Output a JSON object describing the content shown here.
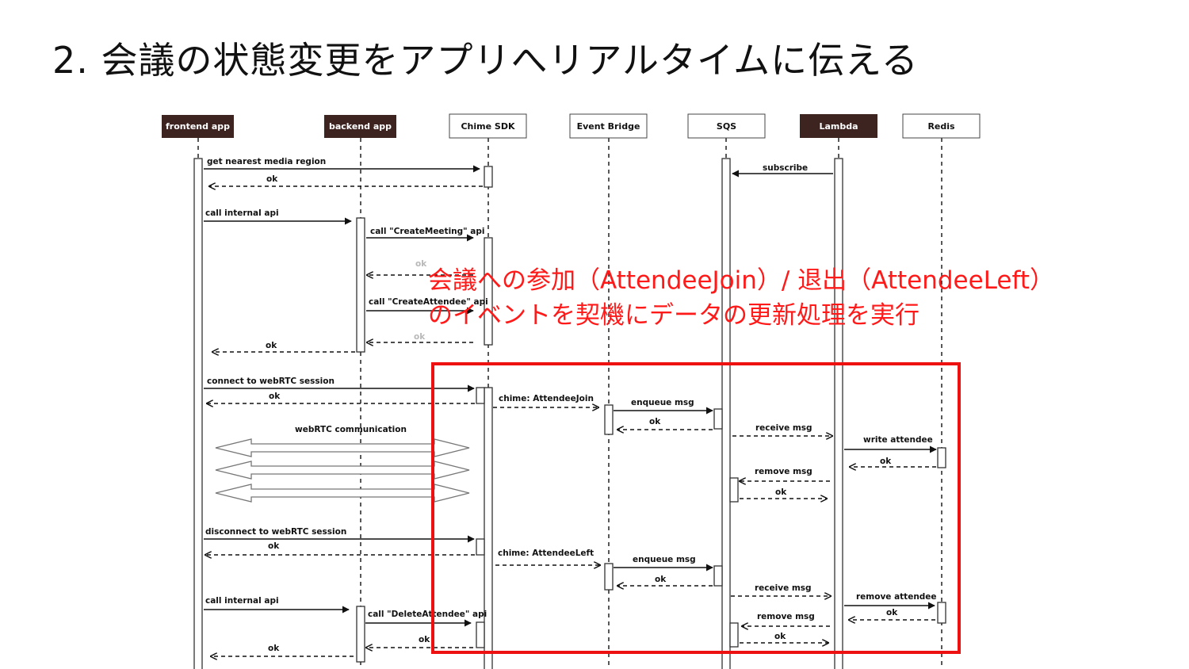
{
  "title": "2.  会議の状態変更をアプリへリアルタイムに伝える",
  "participants": [
    {
      "id": "frontend",
      "label": "frontend app",
      "dark": true
    },
    {
      "id": "backend",
      "label": "backend app",
      "dark": true
    },
    {
      "id": "chime",
      "label": "Chime SDK",
      "dark": false
    },
    {
      "id": "eventbridge",
      "label": "Event Bridge",
      "dark": false
    },
    {
      "id": "sqs",
      "label": "SQS",
      "dark": false
    },
    {
      "id": "lambda",
      "label": "Lambda",
      "dark": true
    },
    {
      "id": "redis",
      "label": "Redis",
      "dark": false
    }
  ],
  "messages": {
    "get_nearest_region": "get nearest media region",
    "ok_region": "ok",
    "subscribe": "subscribe",
    "call_internal_api_1": "call internal api",
    "create_meeting": "call \"CreateMeeting\" api",
    "ok_create_meeting": "ok",
    "create_attendee": "call \"CreateAttendee\" api",
    "ok_create_attendee": "ok",
    "ok_internal_1": "ok",
    "connect_webrtc": "connect to webRTC session",
    "ok_connect": "ok",
    "attendee_join": "chime: AttendeeJoin",
    "enqueue_1": "enqueue msg",
    "ok_enqueue_1": "ok",
    "receive_1": "receive msg",
    "write_attendee": "write attendee",
    "ok_write": "ok",
    "remove_msg_1": "remove msg",
    "ok_remove_1": "ok",
    "webrtc_comm": "webRTC communication",
    "disconnect_webrtc": "disconnect to webRTC session",
    "ok_disconnect": "ok",
    "attendee_left": "chime: AttendeeLeft",
    "enqueue_2": "enqueue msg",
    "ok_enqueue_2": "ok",
    "receive_2": "receive msg",
    "remove_attendee": "remove attendee",
    "ok_remove_attendee": "ok",
    "remove_msg_2": "remove msg",
    "ok_remove_2": "ok",
    "call_internal_api_2": "call internal api",
    "delete_attendee": "call \"DeleteAttendee\" api",
    "ok_delete": "ok",
    "ok_internal_2": "ok"
  },
  "note": {
    "line1": "会議への参加（AttendeeJoin）/ 退出（AttendeeLeft）",
    "line2": "のイベントを契機にデータの更新処理を実行"
  },
  "colors": {
    "dark_header": "#3e2420",
    "accent_red": "#ee1111"
  }
}
